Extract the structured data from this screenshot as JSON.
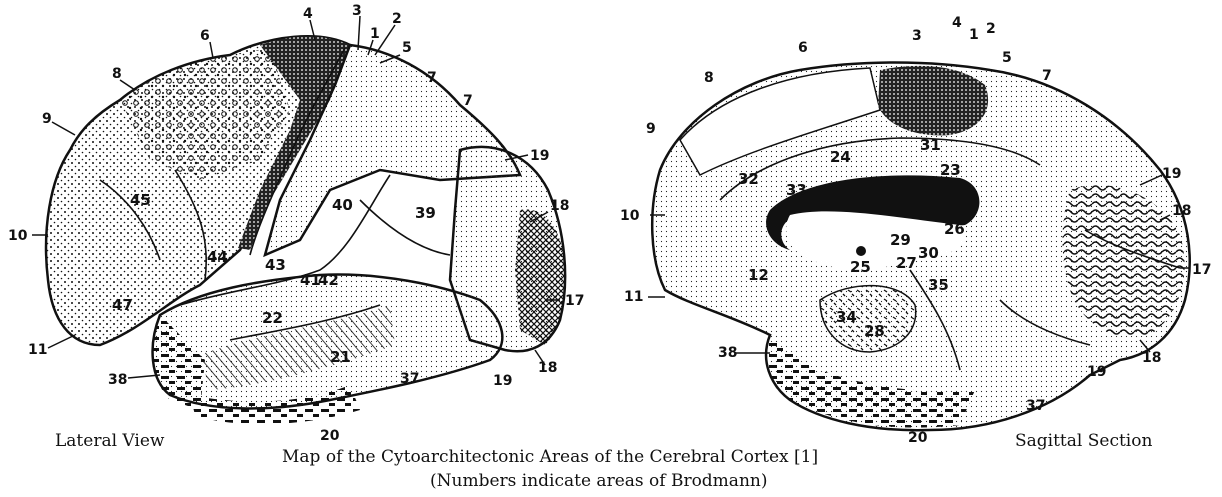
{
  "view_labels": {
    "lateral": "Lateral View",
    "sagittal": "Sagittal Section"
  },
  "caption": {
    "line1": "Map of the Cytoarchitectonic Areas of the Cerebral Cortex [1]",
    "line2": "(Numbers indicate areas of Brodmann)"
  },
  "lateral_area_labels": [
    "4",
    "3",
    "1",
    "2",
    "5",
    "6",
    "7",
    "7",
    "8",
    "9",
    "19",
    "18",
    "10",
    "17",
    "11",
    "18",
    "38",
    "37",
    "19",
    "20"
  ],
  "lateral_inner_labels": [
    "45",
    "40",
    "39",
    "44",
    "43",
    "41",
    "42",
    "22",
    "21",
    "47"
  ],
  "sagittal_area_labels": [
    "3",
    "4",
    "1",
    "2",
    "5",
    "6",
    "7",
    "8",
    "9",
    "19",
    "18",
    "10",
    "17",
    "11",
    "38",
    "18",
    "19",
    "37",
    "20"
  ],
  "sagittal_inner_labels": [
    "24",
    "31",
    "23",
    "32",
    "33",
    "26",
    "29",
    "30",
    "27",
    "25",
    "34",
    "35",
    "28",
    "12"
  ],
  "pattern_colors": {
    "ink": "#111111",
    "paper": "#ffffff"
  }
}
